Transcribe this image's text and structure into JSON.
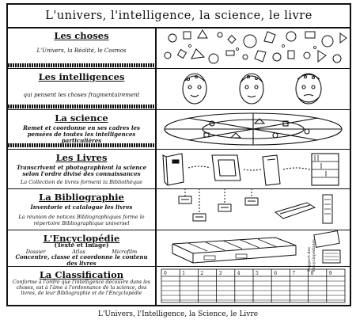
{
  "title": "L'univers, l'intelligence, la science, le livre",
  "rows": [
    {
      "title": "Les choses",
      "desc": "L'Univers, la Réalité, le Cosmos"
    },
    {
      "title": "Les intelligences",
      "desc": "qui pensent les choses fragmentairement"
    },
    {
      "title": "La science",
      "desc": "Remet et coordonne en ses cadres les pensées de toutes les intelligences particulières"
    },
    {
      "title": "Les Livres",
      "desc": "Transcrivent et photographient la science selon l'ordre divisé des connaissances",
      "desc2": "La Collection de livres forment la Bibliothèque"
    },
    {
      "title": "La Bibliographie",
      "desc": "Inventorie et catalogue les livres",
      "desc2": "La réunion de notices Bibliographiques forme le répertoire Bibliographique universel"
    },
    {
      "title": "L'Encyclopédie",
      "subtitle": "(Texte et Image)",
      "labels": [
        "Dossier",
        "Atlas",
        "Microfilm"
      ],
      "desc": "Concentre, classe et coordonne le contenu des livres",
      "picture_label": "Rapport des Encyclopédistes"
    },
    {
      "title": "La Classification",
      "desc": "Conforme à l'ordre que l'intelligence découvre dans les choses, est à l'âme à l'ordonnance de la science, des livres, de leur Bibliographie et de l'Encyclopédie",
      "grid_numbers": [
        "0",
        "1",
        "2",
        "3",
        "4",
        "5",
        "6",
        "7",
        "8",
        "9"
      ]
    }
  ],
  "caption": "L'Univers, l'Intelligence, la Science, le Livre"
}
